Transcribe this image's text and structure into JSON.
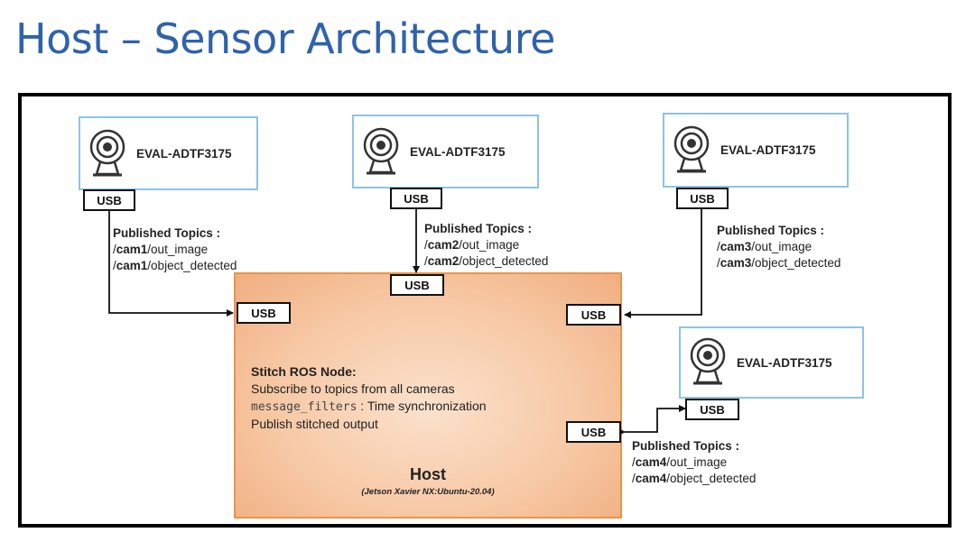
{
  "title": "Host – Sensor Architecture",
  "cameras": [
    {
      "name": "EVAL-ADTF3175",
      "usb": "USB",
      "topics_heading": "Published Topics :",
      "topic_prefix": "/",
      "cam_id": "cam1",
      "topic1_suffix": "/out_image",
      "topic2_suffix": "/object_detected"
    },
    {
      "name": "EVAL-ADTF3175",
      "usb": "USB",
      "topics_heading": "Published Topics :",
      "topic_prefix": "/",
      "cam_id": "cam2",
      "topic1_suffix": "/out_image",
      "topic2_suffix": "/object_detected"
    },
    {
      "name": "EVAL-ADTF3175",
      "usb": "USB",
      "topics_heading": "Published Topics :",
      "topic_prefix": "/",
      "cam_id": "cam3",
      "topic1_suffix": "/out_image",
      "topic2_suffix": "/object_detected"
    },
    {
      "name": "EVAL-ADTF3175",
      "usb": "USB",
      "topics_heading": "Published Topics :",
      "topic_prefix": "/",
      "cam_id": "cam4",
      "topic1_suffix": "/out_image",
      "topic2_suffix": "/object_detected"
    }
  ],
  "host": {
    "usb_ports": [
      "USB",
      "USB",
      "USB",
      "USB"
    ],
    "node_heading": "Stitch ROS Node:",
    "line1": "Subscribe to topics from all cameras",
    "line2_code": "message_filters",
    "line2_rest": " : Time synchronization",
    "line3": "Publish stitched output",
    "label": "Host",
    "sublabel": "(Jetson Xavier NX:Ubuntu-20.04)"
  },
  "colors": {
    "title": "#2f62ad",
    "camera_border": "#8dc3e8",
    "host_border": "#e8954a",
    "host_fill": "#f7c9a6"
  },
  "icons": [
    "webcam-icon"
  ]
}
